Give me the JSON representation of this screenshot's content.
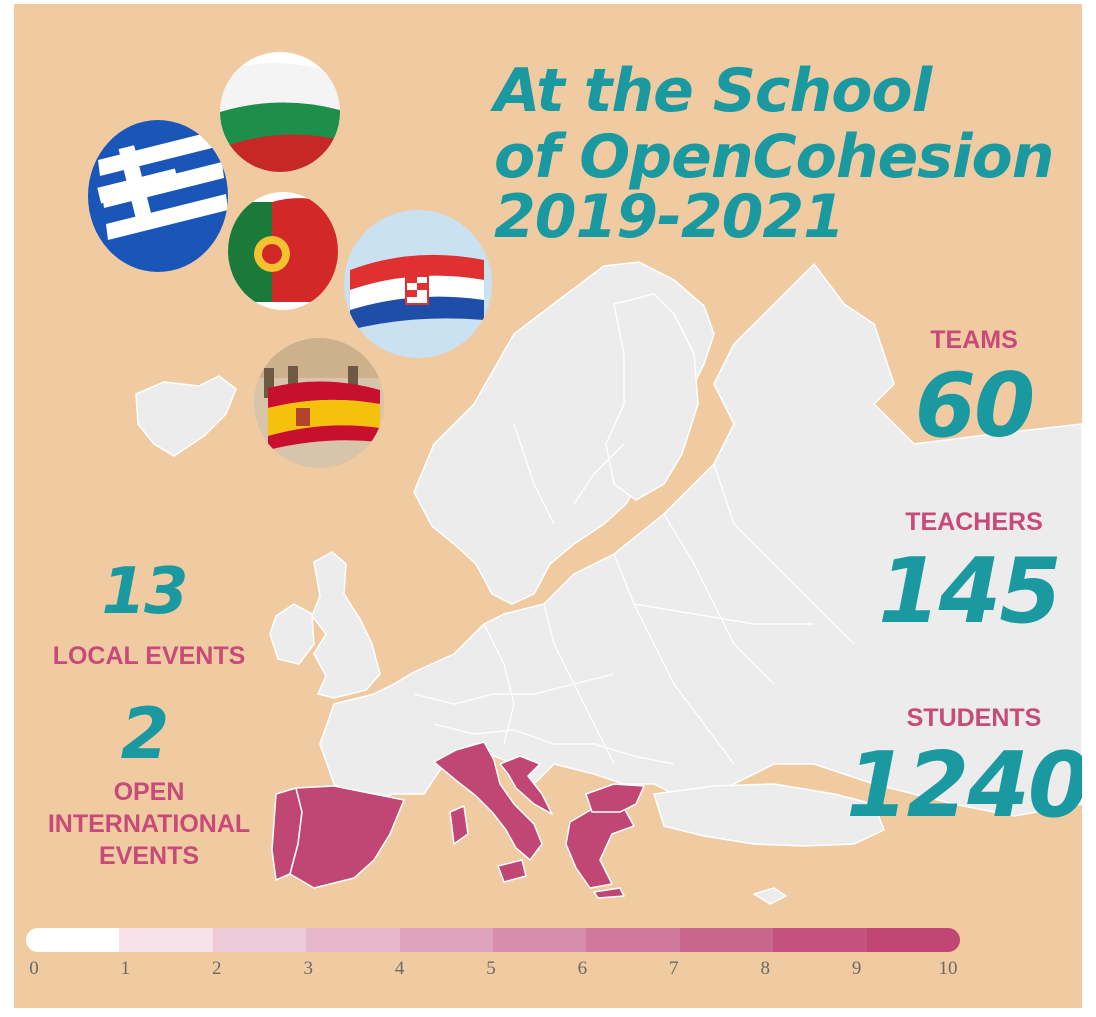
{
  "title": {
    "line1": "At the School",
    "line2": "of OpenCohesion",
    "line3": "2019-2021"
  },
  "stats": {
    "teams": {
      "label": "TEAMS",
      "value": "60"
    },
    "teachers": {
      "label": "TEACHERS",
      "value": "145"
    },
    "students": {
      "label": "STUDENTS",
      "value": "1240"
    },
    "local_events": {
      "label": "LOCAL EVENTS",
      "value": "13"
    },
    "international_events": {
      "label_line1": "OPEN",
      "label_line2": "INTERNATIONAL",
      "label_line3": "EVENTS",
      "value": "2"
    }
  },
  "flags": [
    {
      "icon": "bulgaria-flag-icon"
    },
    {
      "icon": "greece-flag-icon"
    },
    {
      "icon": "portugal-flag-icon"
    },
    {
      "icon": "croatia-flag-icon"
    },
    {
      "icon": "spain-flag-icon"
    }
  ],
  "highlighted_countries": [
    "Spain",
    "Portugal",
    "Italy",
    "Croatia",
    "Greece",
    "Bulgaria"
  ],
  "scale": {
    "ticks": [
      "0",
      "1",
      "2",
      "3",
      "4",
      "5",
      "6",
      "7",
      "8",
      "9",
      "10"
    ],
    "colors": [
      "#ffffff",
      "#f8e2ea",
      "#eecbd9",
      "#e7b8cb",
      "#dfa2bc",
      "#d78dac",
      "#cf7a9c",
      "#c9668c",
      "#c3527e",
      "#c04674"
    ]
  },
  "colors": {
    "background": "#f0cba2",
    "accent_teal": "#1a9aa0",
    "accent_pink": "#c74a79",
    "land": "#ececec",
    "highlight": "#c04674"
  }
}
